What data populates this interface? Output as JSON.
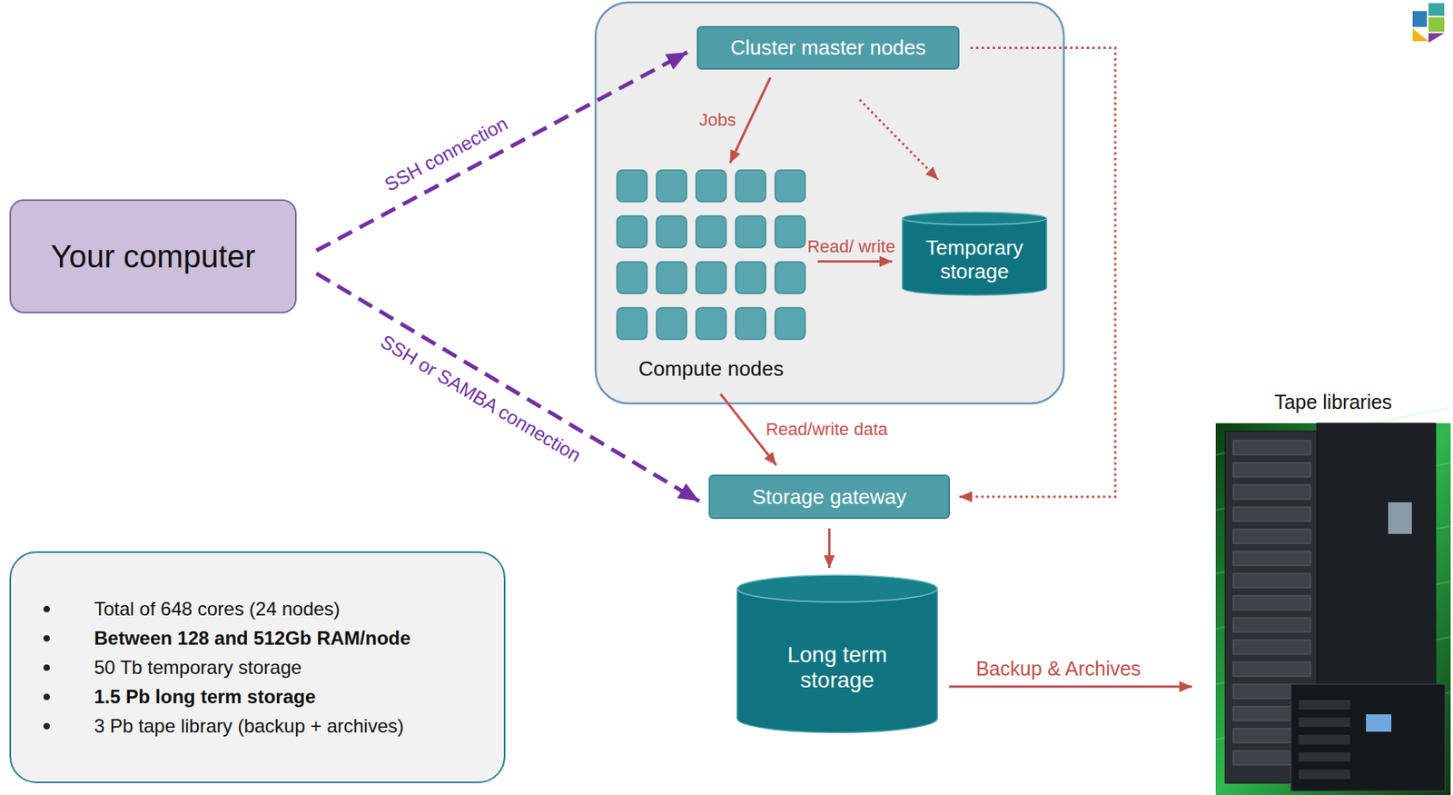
{
  "diagram": {
    "nodes": [
      {
        "text": [
          "Your computer"
        ]
      },
      {
        "text": [
          "Cluster master nodes"
        ]
      },
      {
        "text": [
          "Compute nodes"
        ]
      },
      {
        "text": [
          "Temporary storage"
        ]
      },
      {
        "text": [
          "Storage gateway"
        ]
      },
      {
        "text": [
          "Long term storage"
        ]
      },
      {
        "text": [
          "Tape libraries"
        ]
      },
      {
        "text": [
          "Total of 648 cores (24 nodes)",
          "Between 128 and 512Gb RAM/node",
          "50 Tb temporary storage",
          "1.5 Pb long term storage",
          "3 Pb tape library (backup + archives)"
        ]
      }
    ],
    "edges": [
      {
        "from": 0,
        "to": 1,
        "label": "SSH connection",
        "arrow": "to"
      },
      {
        "from": 0,
        "to": 4,
        "label": "SSH or SAMBA connection",
        "arrow": "to"
      },
      {
        "from": 1,
        "to": 2,
        "label": "Jobs",
        "arrow": "to"
      },
      {
        "from": 1,
        "to": 3,
        "arrow": "to"
      },
      {
        "from": 2,
        "to": 3,
        "label": "Read/ write",
        "arrow": "to"
      },
      {
        "from": 2,
        "to": 4,
        "label": "Read/write data",
        "arrow": "to"
      },
      {
        "from": 1,
        "to": 4,
        "arrow": "to"
      },
      {
        "from": 4,
        "to": 5,
        "arrow": "to"
      },
      {
        "from": 5,
        "to": 6,
        "label": "Backup & Archives",
        "arrow": "to"
      }
    ]
  }
}
